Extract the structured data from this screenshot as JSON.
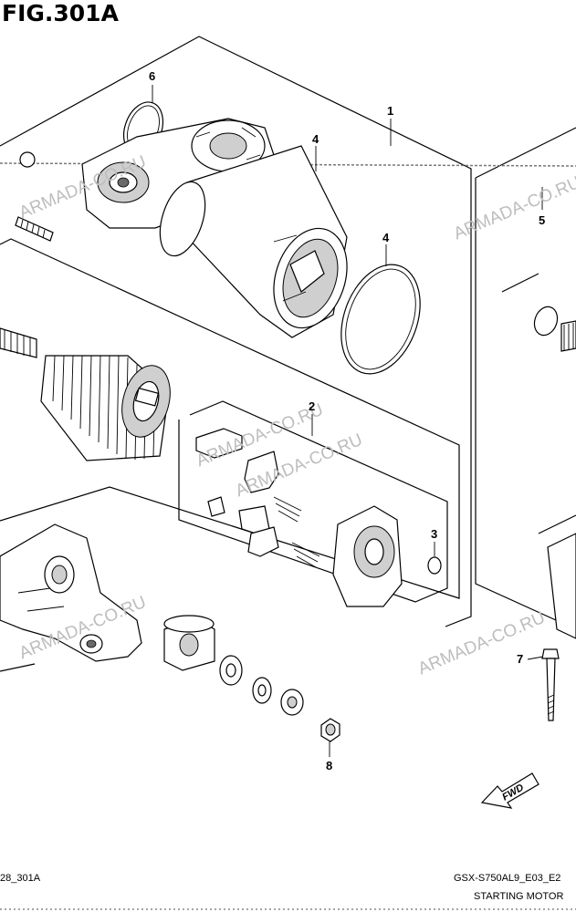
{
  "figure": {
    "title": "FIG.301A",
    "model_code": "GSX-S750AL9_E03_E2",
    "diagram_code": "28_301A",
    "subtitle": "STARTING MOTOR",
    "fwd_label": "FWD"
  },
  "watermarks": [
    "ARMADA-CO.RU",
    "ARMADA-CO.RU",
    "ARMADA-CO.RU",
    "ARMADA-CO.RU",
    "ARMADA-CO.RU",
    "ARMADA-CO.RU"
  ],
  "callouts": [
    {
      "id": "c1",
      "label": "1"
    },
    {
      "id": "c2",
      "label": "2"
    },
    {
      "id": "c3",
      "label": "3"
    },
    {
      "id": "c4a",
      "label": "4"
    },
    {
      "id": "c4b",
      "label": "4"
    },
    {
      "id": "c5",
      "label": "5"
    },
    {
      "id": "c6",
      "label": "6"
    },
    {
      "id": "c7",
      "label": "7"
    },
    {
      "id": "c8",
      "label": "8"
    }
  ]
}
